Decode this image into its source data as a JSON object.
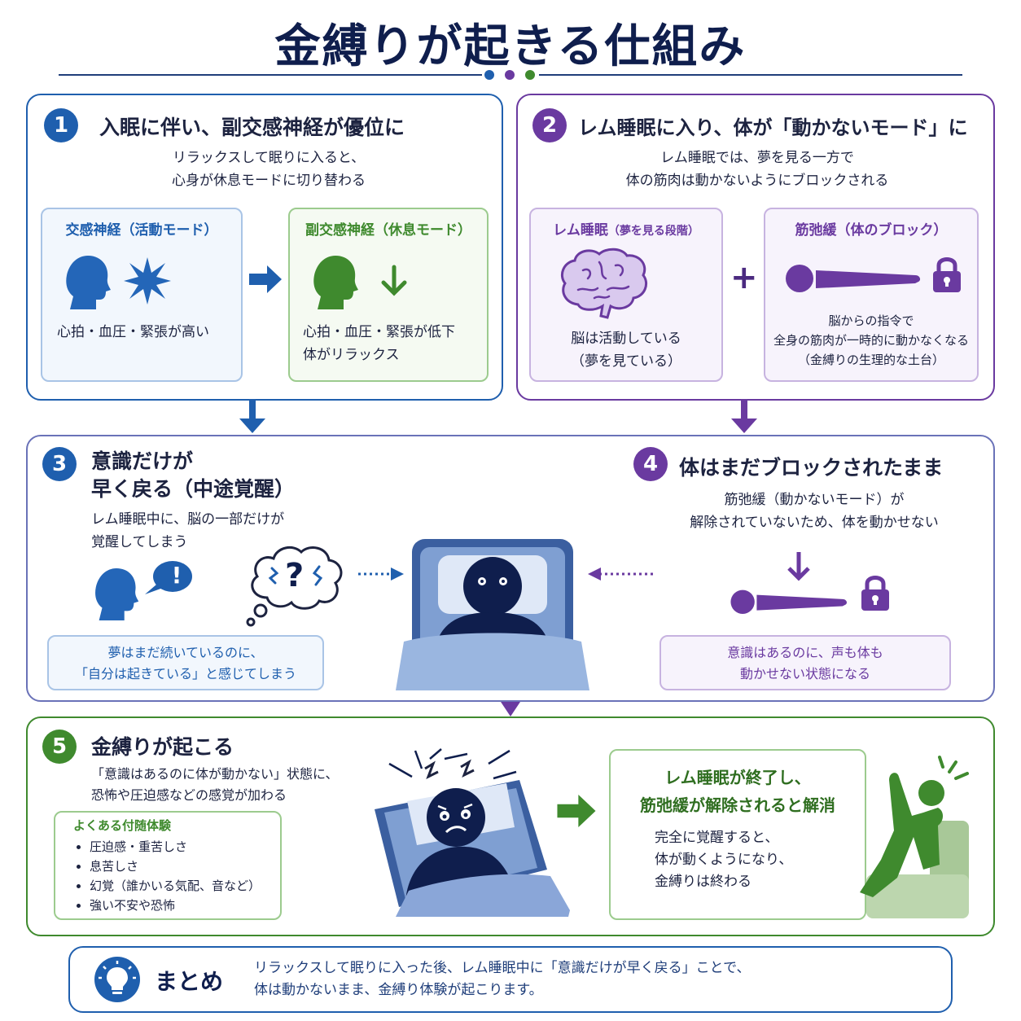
{
  "title": "金縛りが起きる仕組み",
  "colors": {
    "blue": "#1f5fae",
    "purple": "#6a3aa0",
    "green": "#3f8a2e",
    "navy": "#0f1e4d"
  },
  "step1": {
    "num": "1",
    "heading": "入眠に伴い、副交感神経が優位に",
    "desc": [
      "リラックスして眠りに入ると、",
      "心身が休息モードに切り替わる"
    ],
    "left": {
      "title": "交感神経（活動モード）",
      "text": [
        "心拍・血圧・緊張が高い"
      ]
    },
    "right": {
      "title": "副交感神経（休息モード）",
      "text": [
        "心拍・血圧・緊張が低下",
        "体がリラックス"
      ]
    }
  },
  "step2": {
    "num": "2",
    "heading": "レム睡眠に入り、体が「動かないモード」に",
    "desc": [
      "レム睡眠では、夢を見る一方で",
      "体の筋肉は動かないようにブロックされる"
    ],
    "left": {
      "title": "レム睡眠",
      "title_small": "（夢を見る段階）",
      "text": [
        "脳は活動している",
        "（夢を見ている）"
      ]
    },
    "plus": "+",
    "right": {
      "title": "筋弛緩（体のブロック）",
      "text": [
        "脳からの指令で",
        "全身の筋肉が一時的に動かなくなる",
        "（金縛りの生理的な土台）"
      ]
    }
  },
  "step3": {
    "num": "3",
    "heading": [
      "意識だけが",
      "早く戻る（中途覚醒）"
    ],
    "desc": [
      "レム睡眠中に、脳の一部だけが",
      "覚醒してしまう"
    ],
    "bubble_mark": "!",
    "thought": "?",
    "note": [
      "夢はまだ続いているのに、",
      "「自分は起きている」と感じてしまう"
    ]
  },
  "step4": {
    "num": "4",
    "heading": "体はまだブロックされたまま",
    "desc": [
      "筋弛緩（動かないモード）が",
      "解除されていないため、体を動かせない"
    ],
    "note": [
      "意識はあるのに、声も体も",
      "動かせない状態になる"
    ]
  },
  "step5": {
    "num": "5",
    "heading": "金縛りが起こる",
    "desc": [
      "「意識はあるのに体が動かない」状態に、",
      "恐怖や圧迫感などの感覚が加わる"
    ],
    "list_title": "よくある付随体験",
    "list": [
      "圧迫感・重苦しさ",
      "息苦しさ",
      "幻覚（誰かいる気配、音など）",
      "強い不安や恐怖"
    ],
    "resolve_title": [
      "レム睡眠が終了し、",
      "筋弛緩が解除されると解消"
    ],
    "resolve_text": [
      "完全に覚醒すると、",
      "体が動くようになり、",
      "金縛りは終わる"
    ]
  },
  "summary": {
    "label": "まとめ",
    "text": [
      "リラックスして眠りに入った後、レム睡眠中に「意識だけが早く戻る」ことで、",
      "体は動かないまま、金縛り体験が起こります。"
    ]
  }
}
